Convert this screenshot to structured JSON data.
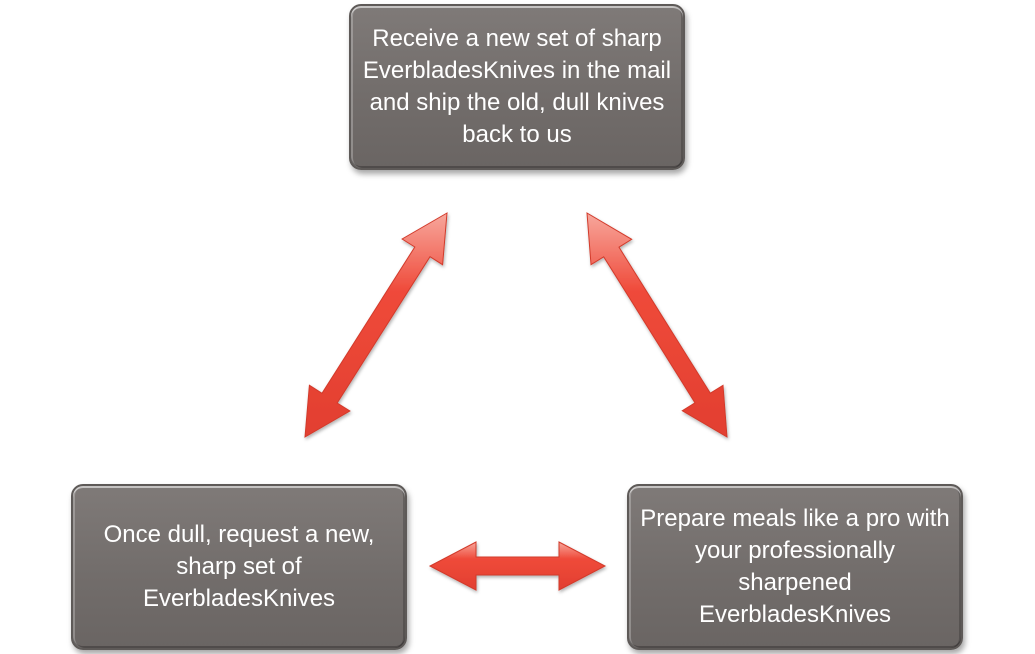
{
  "nodes": {
    "top": {
      "text": "Receive a new set of sharp EverbladesKnives in the mail and ship the old, dull knives back to us"
    },
    "left": {
      "text": "Once dull, request a new, sharp set of EverbladesKnives"
    },
    "right": {
      "text": "Prepare meals like a pro with your professionally sharpened EverbladesKnives"
    }
  },
  "colors": {
    "box_fill": "#736e6c",
    "box_text": "#ffffff",
    "arrow_fill": "#ef4a3a",
    "arrow_edge": "#d23a2c"
  }
}
